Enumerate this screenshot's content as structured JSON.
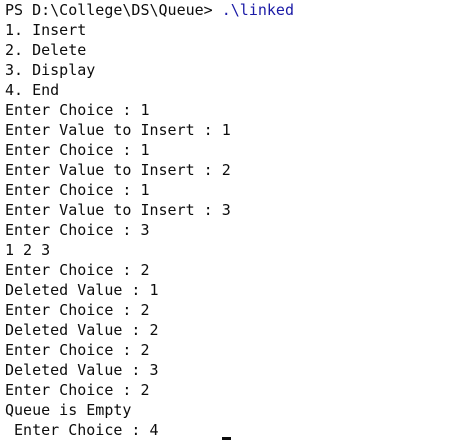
{
  "terminal": {
    "prompt": "PS D:\\College\\DS\\Queue> ",
    "command": ".\\linked",
    "lines": [
      "1. Insert",
      "2. Delete",
      "3. Display",
      "4. End",
      "Enter Choice : 1",
      "Enter Value to Insert : 1",
      "Enter Choice : 1",
      "Enter Value to Insert : 2",
      "Enter Choice : 1",
      "Enter Value to Insert : 3",
      "Enter Choice : 3",
      "1 2 3",
      "Enter Choice : 2",
      "Deleted Value : 1",
      "Enter Choice : 2",
      "Deleted Value : 2",
      "Enter Choice : 2",
      "Deleted Value : 3",
      "Enter Choice : 2",
      "Queue is Empty",
      " Enter Choice : 4"
    ]
  }
}
